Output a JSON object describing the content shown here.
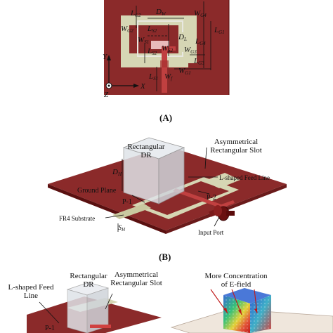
{
  "panel_a": {
    "caption": "(A)",
    "dimensions": {
      "lg2": "L",
      "lg2_sub": "G2",
      "dw": "D",
      "dw_sub": "W",
      "wg4": "W",
      "wg4_sub": "G4",
      "lg1": "L",
      "lg1_sub": "G1",
      "wg2": "W",
      "wg2_sub": "G2",
      "ls2_top": "L",
      "ls2_top_sub": "S2",
      "dl": "D",
      "dl_sub": "L",
      "lg4": "L",
      "lg4_sub": "G4",
      "ws1": "W",
      "ws1_sub": "S1",
      "ws2": "W",
      "ws2_sub": "S2",
      "wg3": "W",
      "wg3_sub": "G3",
      "ls2_mid": "L",
      "ls2_mid_sub": "S2",
      "lg3": "L",
      "lg3_sub": "G3",
      "ls1": "L",
      "ls1_sub": "S1",
      "wf": "W",
      "wf_sub": "f",
      "wg1": "W",
      "wg1_sub": "G1"
    },
    "axes": {
      "y": "Y",
      "x": "X",
      "z": "Z"
    }
  },
  "panel_b": {
    "caption": "(B)",
    "labels": {
      "dr_line1": "Rectangular",
      "dr_line2": "DR",
      "slot_line1": "Asymmetrical",
      "slot_line2": "Rectangular Slot",
      "feed": "L-shaped Feed Line",
      "dh": "D",
      "dh_sub": "H",
      "ground": "Ground Plane",
      "p1": "P-1",
      "p2": "P-2",
      "substrate": "FR4 Substrate",
      "sh": "S",
      "sh_sub": "H",
      "port": "Input Port"
    }
  },
  "panel_c": {
    "labels": {
      "feed_line1": "L-shaped Feed",
      "feed_line2": "Line",
      "dr_line1": "Rectangular",
      "dr_line2": "DR",
      "slot_line1": "Asymmetrical",
      "slot_line2": "Rectangular Slot",
      "p1": "P-1",
      "efield_line1": "More Concentration",
      "efield_line2": "of E-field"
    }
  },
  "colors": {
    "ground": "#8b2a2a",
    "ground_edge": "#5a1010",
    "substrate": "#c9c9a0",
    "slot": "#d6d6b4",
    "feed": "#c04040",
    "dr": "#dfe4ea"
  }
}
